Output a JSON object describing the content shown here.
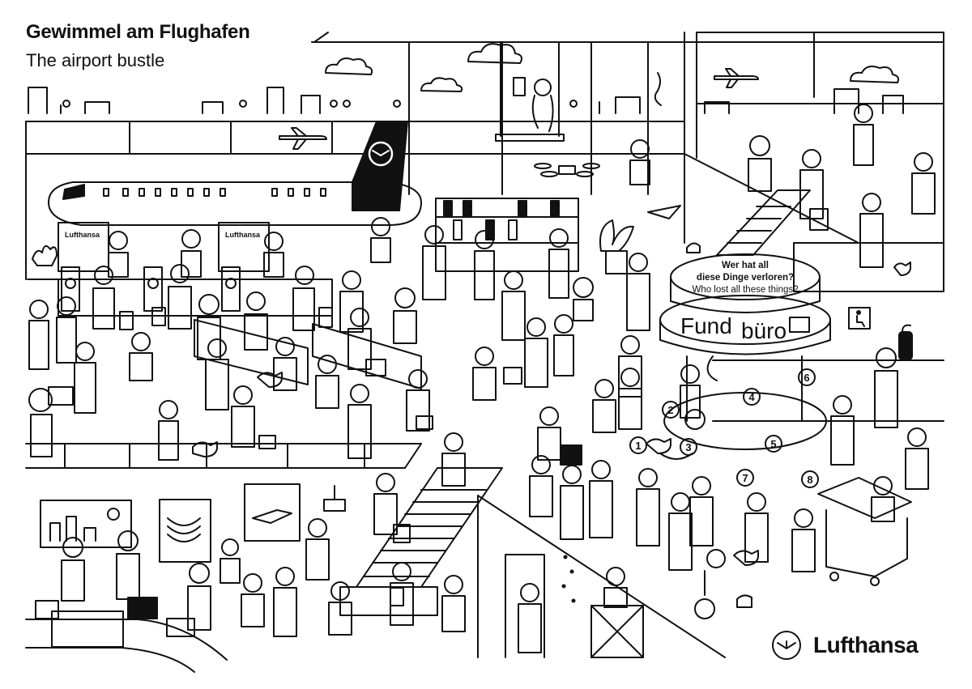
{
  "title": {
    "de": "Gewimmel am Flughafen",
    "en": "The airport bustle"
  },
  "plane_livery": "Lufthansa",
  "counter_signs": [
    "Lufthansa",
    "Lufthansa"
  ],
  "lost_found": {
    "question_de_line1": "Wer hat all",
    "question_de_line2": "diese Dinge verloren?",
    "question_en": "Who lost all these things?",
    "sign_part1": "Fund",
    "sign_part2": "büro",
    "item_numbers": [
      "1",
      "2",
      "3",
      "4",
      "5",
      "6",
      "7",
      "8"
    ]
  },
  "brand": {
    "name": "Lufthansa"
  },
  "colors": {
    "ink": "#111111",
    "paper": "#ffffff"
  }
}
